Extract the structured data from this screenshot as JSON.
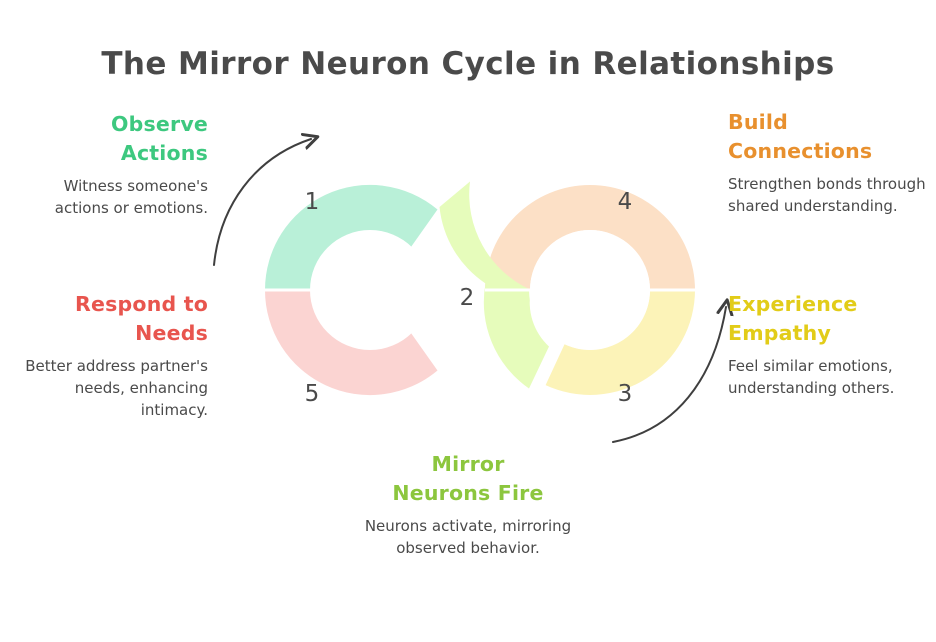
{
  "page": {
    "title": "The Mirror Neuron Cycle in Relationships",
    "background": "#ffffff",
    "text_color": "#4a4a4a"
  },
  "colors": {
    "green_accent": "#3dc87f",
    "red_accent": "#e8554e",
    "orange_accent": "#e8902e",
    "yellow_accent": "#e2cc18",
    "lime_accent": "#8cc63e",
    "fill_mint": "#b9f0d8",
    "fill_pink": "#fbd4d2",
    "fill_lime": "#e6fcbb",
    "fill_peach": "#fce0c6",
    "fill_yellow": "#fcf3b8",
    "arrow": "#3f3f3f",
    "number": "#4a4a4a"
  },
  "steps": [
    {
      "number": "1",
      "heading": "Observe\nActions",
      "heading_lines": [
        "Observe",
        "Actions"
      ],
      "body": "Witness someone's actions or emotions.",
      "accent": "#3dc87f",
      "fill": "#b9f0d8",
      "position": "left-top"
    },
    {
      "number": "2",
      "heading": "Mirror\nNeurons Fire",
      "heading_lines": [
        "Mirror",
        "Neurons Fire"
      ],
      "body": "Neurons activate, mirroring observed behavior.",
      "accent": "#8cc63e",
      "fill": "#e6fcbb",
      "position": "center-bottom"
    },
    {
      "number": "3",
      "heading": "Experience\nEmpathy",
      "heading_lines": [
        "Experience",
        "Empathy"
      ],
      "body": "Feel similar emotions, understanding others.",
      "accent": "#e2cc18",
      "fill": "#fcf3b8",
      "position": "right-bottom"
    },
    {
      "number": "4",
      "heading": "Build\nConnections",
      "heading_lines": [
        "Build",
        "Connections"
      ],
      "body": "Strengthen bonds through shared understanding.",
      "accent": "#e8902e",
      "fill": "#fce0c6",
      "position": "right-top"
    },
    {
      "number": "5",
      "heading": "Respond to\nNeeds",
      "heading_lines": [
        "Respond to",
        "Needs"
      ],
      "body": "Better address partner's needs, enhancing intimacy.",
      "accent": "#e8554e",
      "fill": "#fbd4d2",
      "position": "left-bottom"
    }
  ],
  "callouts": {
    "observe": {
      "line1": "Observe",
      "line2": "Actions",
      "body": "Witness someone's actions or emotions."
    },
    "respond": {
      "line1": "Respond to",
      "line2": "Needs",
      "body": "Better address partner's needs, enhancing intimacy."
    },
    "build": {
      "line1": "Build",
      "line2": "Connections",
      "body": "Strengthen bonds through shared understanding."
    },
    "empathy": {
      "line1": "Experience",
      "line2": "Empathy",
      "body": "Feel similar emotions, understanding others."
    },
    "mirror": {
      "line1": "Mirror",
      "line2": "Neurons Fire",
      "body": "Neurons activate, mirroring observed behavior."
    }
  },
  "numbers": {
    "n1": "1",
    "n2": "2",
    "n3": "3",
    "n4": "4",
    "n5": "5"
  },
  "chart_data": {
    "type": "pie",
    "title": "The Mirror Neuron Cycle in Relationships",
    "description": "Figure-eight double-donut cycle of five sequential steps",
    "left_donut": {
      "center": [
        370,
        290
      ],
      "outer_radius": 105,
      "inner_radius": 60,
      "segments": [
        {
          "label": "1",
          "name": "Observe Actions",
          "start_deg": 180,
          "end_deg": 310,
          "color": "#b9f0d8"
        },
        {
          "label": "5",
          "name": "Respond to Needs",
          "start_deg": 180,
          "end_deg": 50,
          "color": "#fbd4d2",
          "direction": "counterclockwise"
        }
      ]
    },
    "right_donut": {
      "center": [
        590,
        290
      ],
      "outer_radius": 105,
      "inner_radius": 60,
      "segments": [
        {
          "label": "4",
          "name": "Build Connections",
          "start_deg": 180,
          "end_deg": 0,
          "color": "#fce0c6"
        },
        {
          "label": "3",
          "name": "Experience Empathy",
          "start_deg": 0,
          "end_deg": 115,
          "color": "#fcf3b8"
        }
      ]
    },
    "crossing_band": {
      "label": "2",
      "name": "Mirror Neurons Fire",
      "color": "#e6fcbb"
    },
    "arrows": [
      {
        "name": "left-arrow",
        "direction": "clockwise",
        "near": "Observe Actions"
      },
      {
        "name": "right-arrow",
        "direction": "counterclockwise",
        "near": "Experience Empathy"
      }
    ],
    "legend": "none",
    "grid": false
  }
}
